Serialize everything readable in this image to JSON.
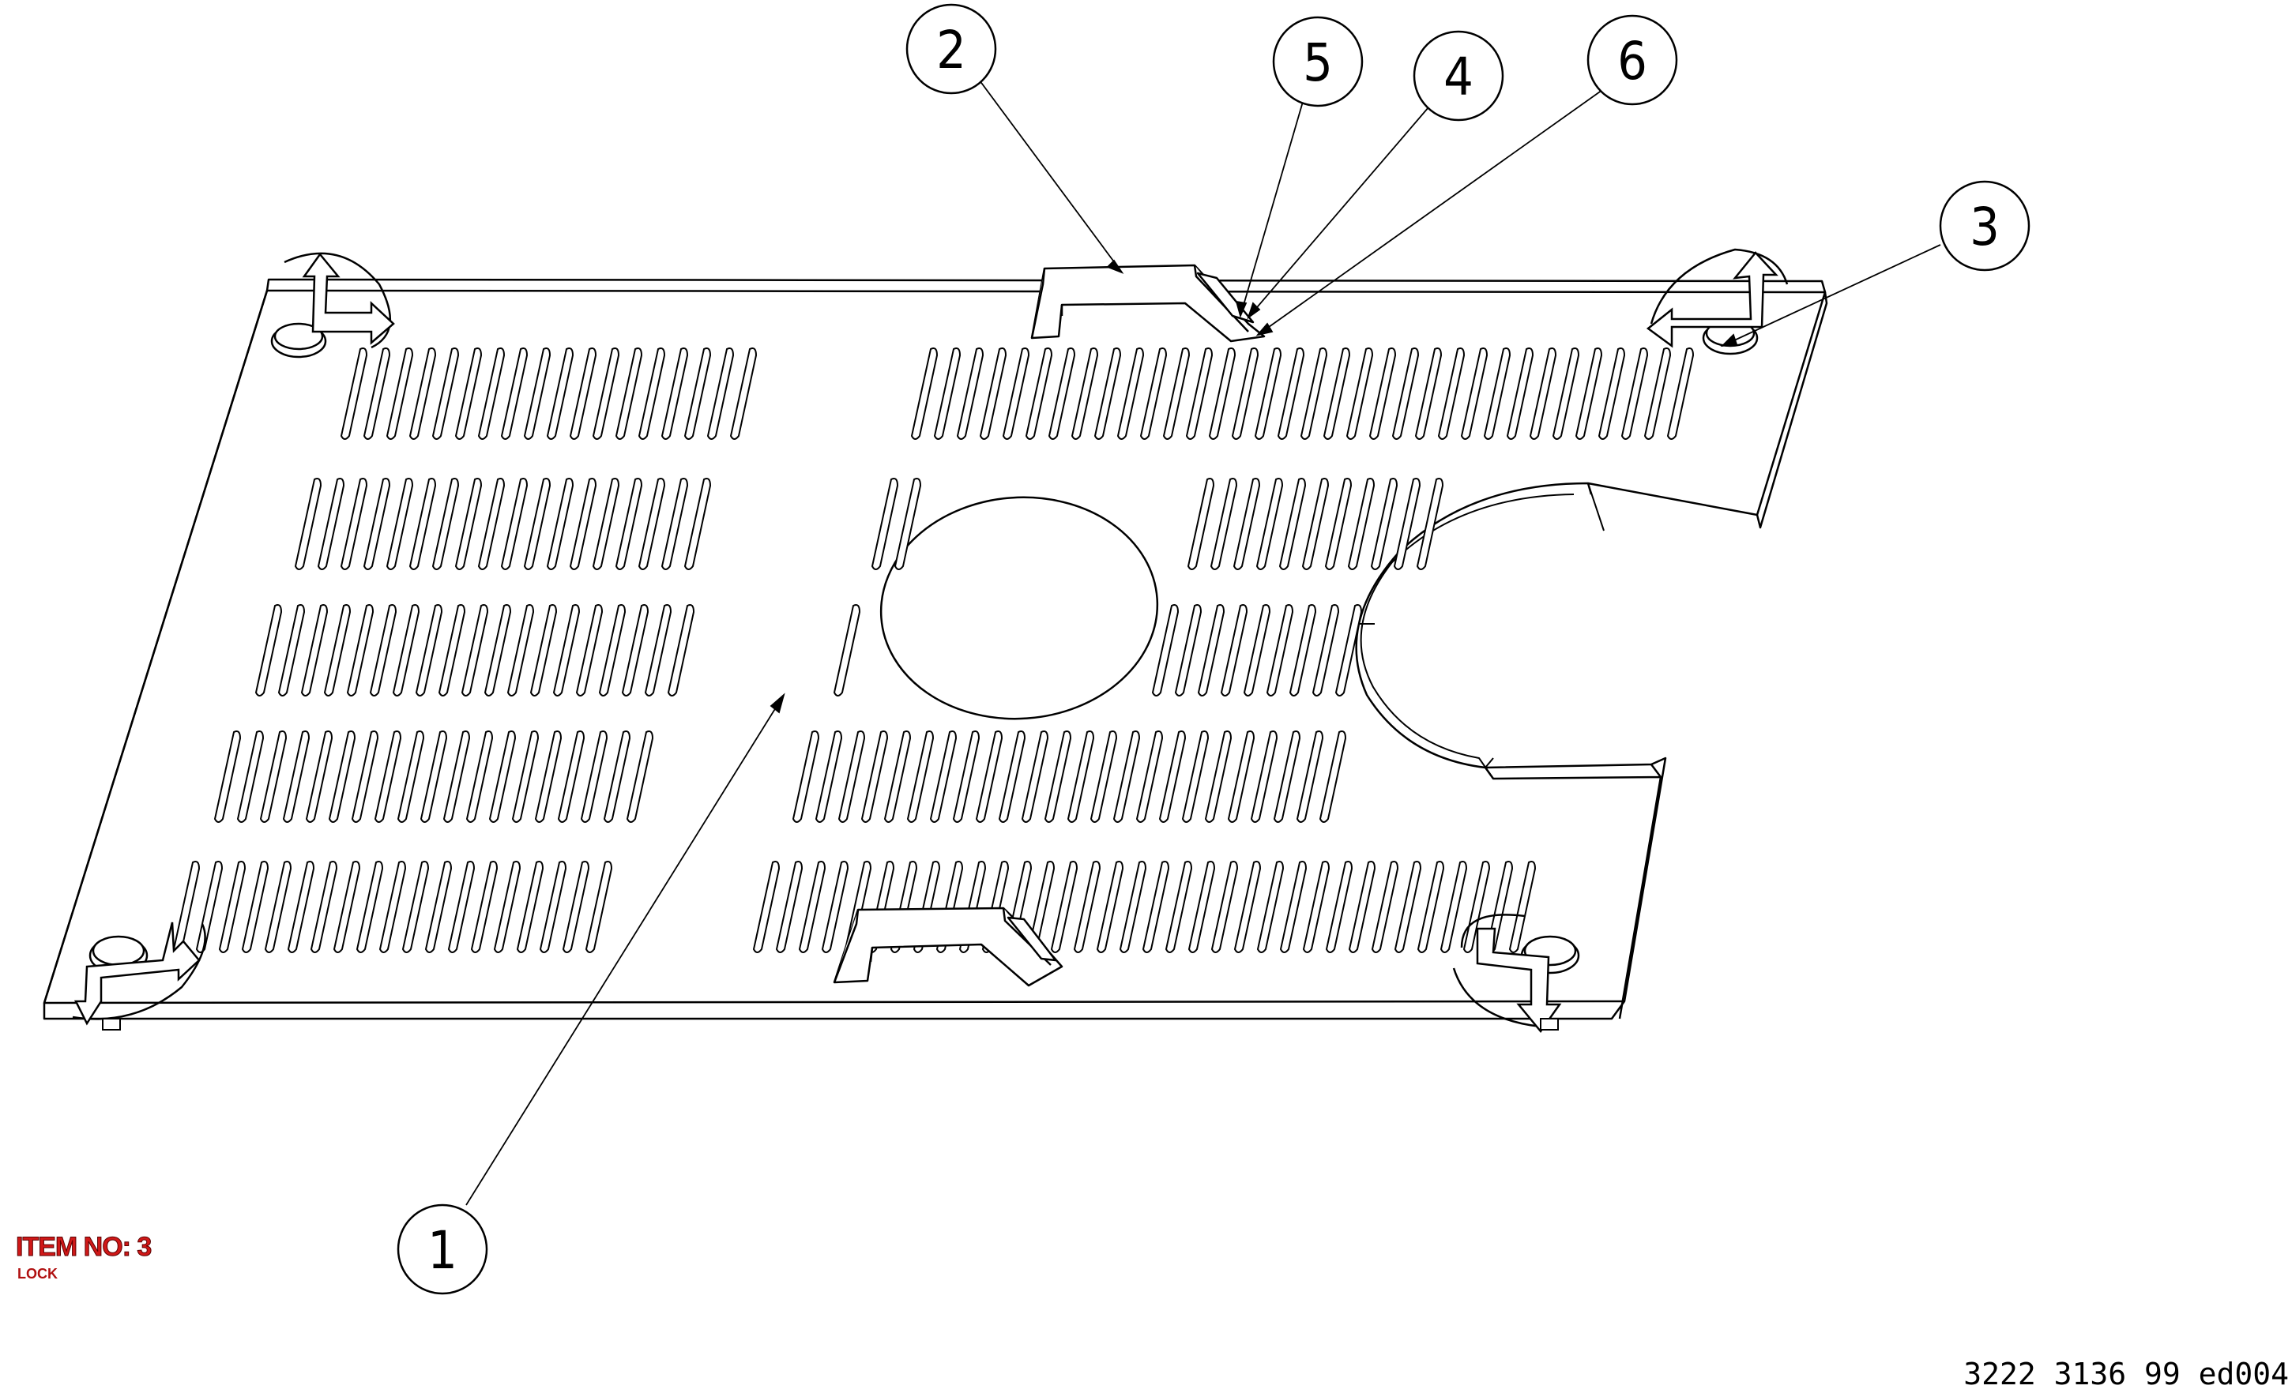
{
  "diagram": {
    "callouts": [
      {
        "id": "callout-1",
        "label": "1"
      },
      {
        "id": "callout-2",
        "label": "2"
      },
      {
        "id": "callout-3",
        "label": "3"
      },
      {
        "id": "callout-4",
        "label": "4"
      },
      {
        "id": "callout-5",
        "label": "5"
      },
      {
        "id": "callout-6",
        "label": "6"
      }
    ]
  },
  "item": {
    "title": "ITEM NO: 3",
    "name": "LOCK"
  },
  "document": {
    "number": "3222 3136 99 ed004"
  },
  "colors": {
    "line": "#000000",
    "item_text": "#d01818",
    "background": "#ffffff"
  }
}
